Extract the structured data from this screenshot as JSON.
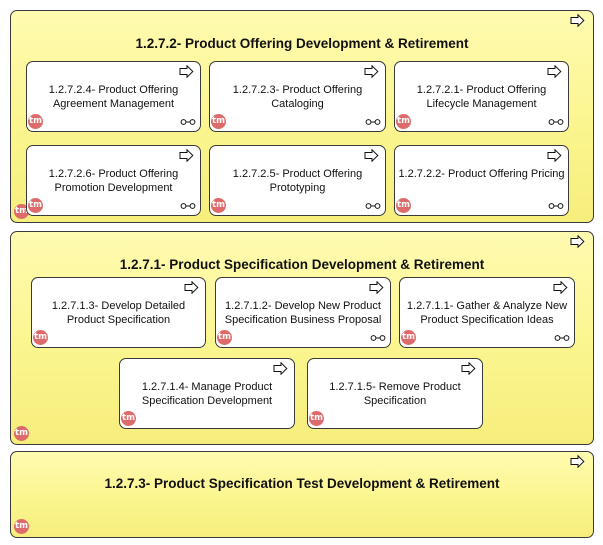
{
  "groups": [
    {
      "title": "1.2.7.2- Product Offering Development & Retirement",
      "icons": [
        "arrow-icon",
        "tm-badge"
      ],
      "cards": [
        {
          "label": "1.2.7.2.4- Product Offering Agreement Management",
          "badge": "tm",
          "icons": [
            "arrow-icon",
            "link-icon"
          ]
        },
        {
          "label": "1.2.7.2.3- Product Offering Cataloging",
          "badge": "tm",
          "icons": [
            "arrow-icon",
            "link-icon"
          ]
        },
        {
          "label": "1.2.7.2.1- Product Offering Lifecycle Management",
          "badge": "tm",
          "icons": [
            "arrow-icon",
            "link-icon"
          ]
        },
        {
          "label": "1.2.7.2.6- Product Offering Promotion Development",
          "badge": "tm",
          "icons": [
            "arrow-icon",
            "link-icon"
          ]
        },
        {
          "label": "1.2.7.2.5- Product Offering Prototyping",
          "badge": "tm",
          "icons": [
            "arrow-icon",
            "link-icon"
          ]
        },
        {
          "label": "1.2.7.2.2- Product Offering Pricing",
          "badge": "tm",
          "icons": [
            "arrow-icon",
            "link-icon"
          ]
        }
      ]
    },
    {
      "title": "1.2.7.1- Product Specification Development & Retirement",
      "icons": [
        "arrow-icon",
        "tm-badge"
      ],
      "cards": [
        {
          "label": "1.2.7.1.3- Develop Detailed Product Specification",
          "badge": "tm",
          "icons": [
            "arrow-icon"
          ]
        },
        {
          "label": "1.2.7.1.2- Develop New Product Specification Business Proposal",
          "badge": "tm",
          "icons": [
            "arrow-icon",
            "link-icon"
          ]
        },
        {
          "label": "1.2.7.1.1- Gather & Analyze New Product Specification Ideas",
          "badge": "tm",
          "icons": [
            "arrow-icon",
            "link-icon"
          ]
        },
        {
          "label": "1.2.7.1.4- Manage Product Specification Development",
          "badge": "tm",
          "icons": [
            "arrow-icon"
          ]
        },
        {
          "label": "1.2.7.1.5- Remove Product Specification",
          "badge": "tm",
          "icons": [
            "arrow-icon"
          ]
        }
      ]
    },
    {
      "title": "1.2.7.3- Product Specification Test Development & Retirement",
      "icons": [
        "arrow-icon",
        "tm-badge"
      ],
      "badge": "tm",
      "cards": []
    }
  ],
  "colors": {
    "group_fill": "#fbf58f",
    "card_fill": "#ffffff",
    "border": "#3a3a3a",
    "badge": "#dd6b6b"
  }
}
